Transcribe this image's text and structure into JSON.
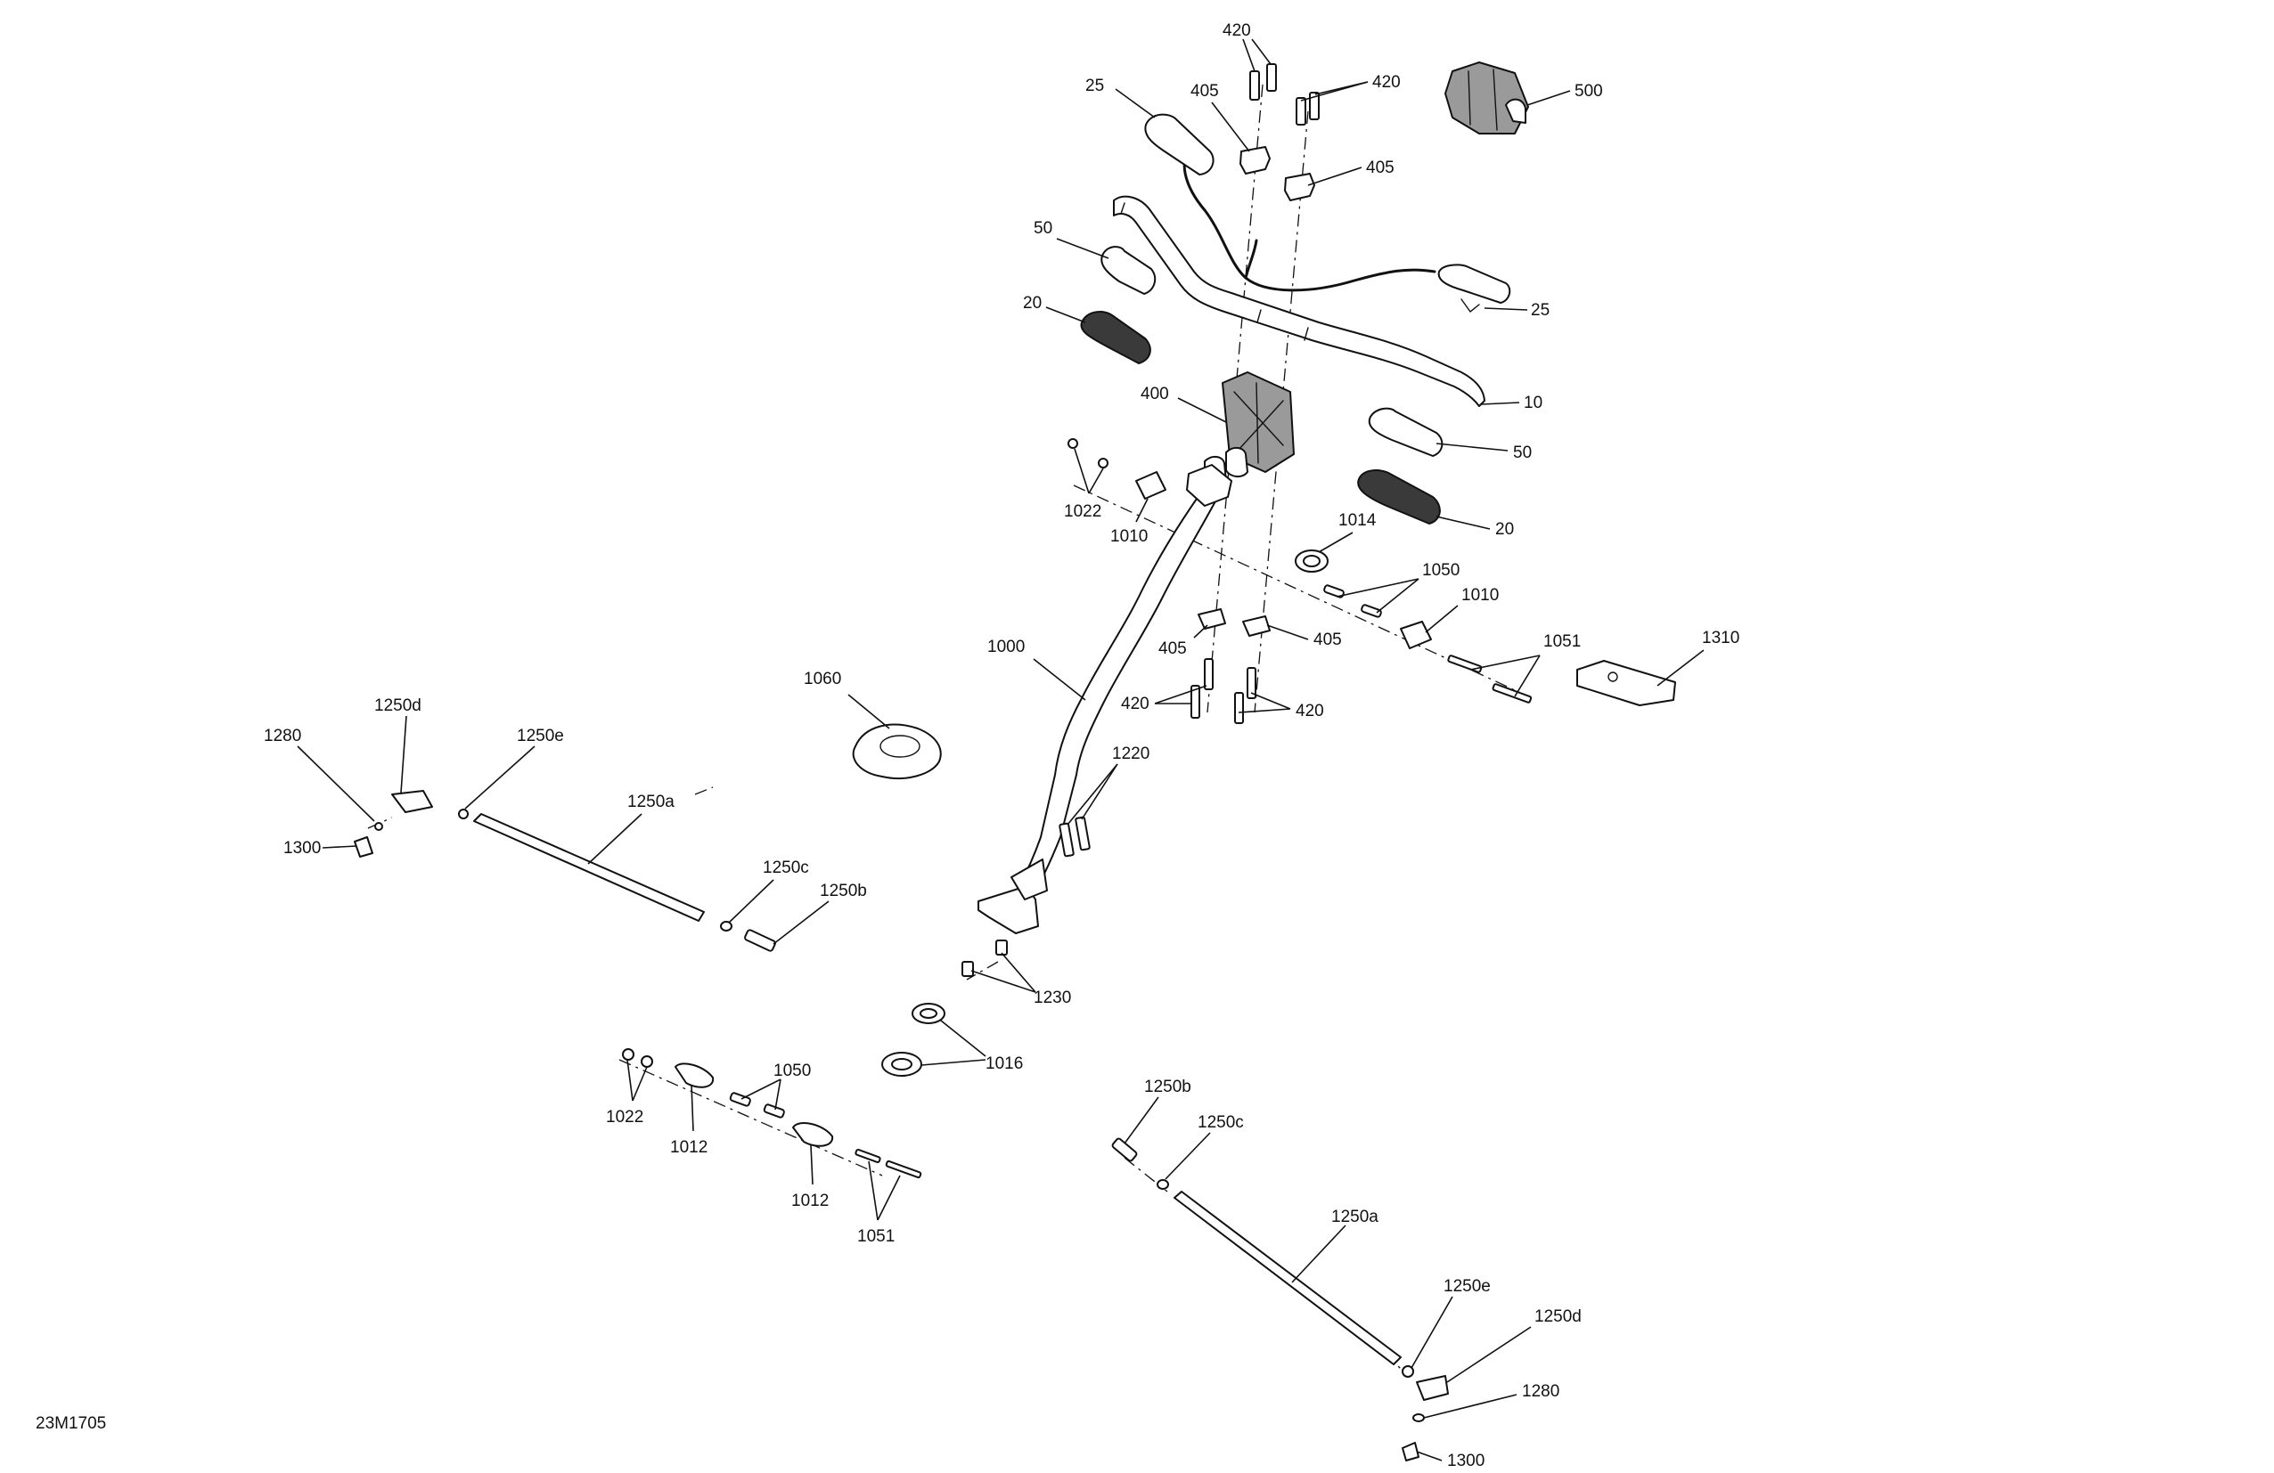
{
  "diagram_code": "23M1705",
  "callouts": [
    {
      "id": "c420-top",
      "text": "420"
    },
    {
      "id": "c420-top-r",
      "text": "420"
    },
    {
      "id": "c25-top",
      "text": "25"
    },
    {
      "id": "c405-top",
      "text": "405"
    },
    {
      "id": "c405-top-r",
      "text": "405"
    },
    {
      "id": "c500",
      "text": "500"
    },
    {
      "id": "c50-l",
      "text": "50"
    },
    {
      "id": "c25-r",
      "text": "25"
    },
    {
      "id": "c20-l",
      "text": "20"
    },
    {
      "id": "c10",
      "text": "10"
    },
    {
      "id": "c400",
      "text": "400"
    },
    {
      "id": "c50-r",
      "text": "50"
    },
    {
      "id": "c20-r",
      "text": "20"
    },
    {
      "id": "c1022-top",
      "text": "1022"
    },
    {
      "id": "c1010-l",
      "text": "1010"
    },
    {
      "id": "c1014",
      "text": "1014"
    },
    {
      "id": "c1050-top",
      "text": "1050"
    },
    {
      "id": "c1010-r",
      "text": "1010"
    },
    {
      "id": "c405-bot-l",
      "text": "405"
    },
    {
      "id": "c405-bot-r",
      "text": "405"
    },
    {
      "id": "c1051-top",
      "text": "1051"
    },
    {
      "id": "c1310",
      "text": "1310"
    },
    {
      "id": "c1000",
      "text": "1000"
    },
    {
      "id": "c420-bot-l",
      "text": "420"
    },
    {
      "id": "c420-bot-r",
      "text": "420"
    },
    {
      "id": "c1060",
      "text": "1060"
    },
    {
      "id": "c1250d-l",
      "text": "1250d"
    },
    {
      "id": "c1280-l",
      "text": "1280"
    },
    {
      "id": "c1250e-l",
      "text": "1250e"
    },
    {
      "id": "c1220",
      "text": "1220"
    },
    {
      "id": "c1250a-l",
      "text": "1250a"
    },
    {
      "id": "c1300-l",
      "text": "1300"
    },
    {
      "id": "c1250c-l",
      "text": "1250c"
    },
    {
      "id": "c1250b-l",
      "text": "1250b"
    },
    {
      "id": "c1230",
      "text": "1230"
    },
    {
      "id": "c1016",
      "text": "1016"
    },
    {
      "id": "c1050-bot",
      "text": "1050"
    },
    {
      "id": "c1022-bot",
      "text": "1022"
    },
    {
      "id": "c1012-a",
      "text": "1012"
    },
    {
      "id": "c1012-b",
      "text": "1012"
    },
    {
      "id": "c1051-bot",
      "text": "1051"
    },
    {
      "id": "c1250b-r",
      "text": "1250b"
    },
    {
      "id": "c1250c-r",
      "text": "1250c"
    },
    {
      "id": "c1250a-r",
      "text": "1250a"
    },
    {
      "id": "c1250e-r",
      "text": "1250e"
    },
    {
      "id": "c1250d-r",
      "text": "1250d"
    },
    {
      "id": "c1280-r",
      "text": "1280"
    },
    {
      "id": "c1300-r",
      "text": "1300"
    }
  ]
}
